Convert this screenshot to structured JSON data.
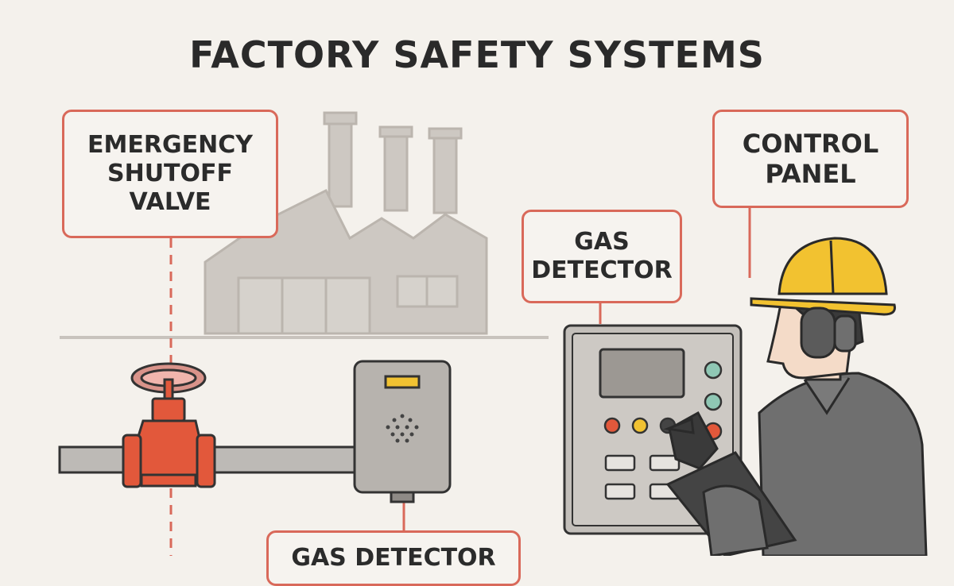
{
  "title": "FACTORY SAFETY SYSTEMS",
  "labels": {
    "emergency_shutoff_valve": [
      "EMERGENCY",
      "SHUTOFF",
      "VALVE"
    ],
    "control_panel": [
      "CONTROL",
      "PANEL"
    ],
    "gas_detector": [
      "GAS",
      "DETECTOR"
    ],
    "gas_detector_bottom": "GAS DETECTOR"
  },
  "colors": {
    "label_border": "#d9695a",
    "valve": "#e2583b",
    "hard_hat": "#f2c230",
    "factory": "#cdc8c2",
    "detector_indicator": "#f1c232",
    "panel_buttons": [
      "#e2583b",
      "#f1c232",
      "#444444",
      "#e2583b"
    ],
    "panel_lights": [
      "#8fc7b4",
      "#8fc7b4",
      "#e2583b"
    ]
  },
  "icons": [
    "valve-handwheel-icon",
    "hard-hat-icon",
    "ear-muffs-icon",
    "factory-icon"
  ]
}
